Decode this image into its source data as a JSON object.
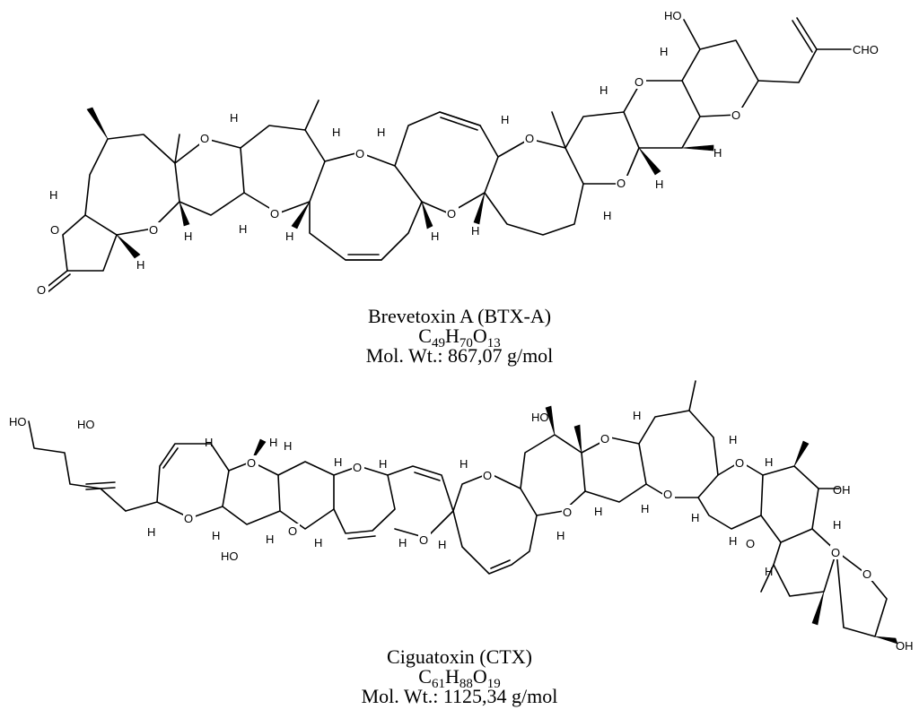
{
  "molecules": [
    {
      "name": "Brevetoxin A (BTX-A)",
      "formula": {
        "c": "C",
        "c_count": "49",
        "h": "H",
        "h_count": "70",
        "o": "O",
        "o_count": "13"
      },
      "mol_wt": "Mol. Wt.: 867,07 g/mol",
      "labels": {
        "ho": "HO",
        "cho": "CHO",
        "o": "O",
        "h": "H"
      }
    },
    {
      "name": "Ciguatoxin (CTX)",
      "formula": {
        "c": "C",
        "c_count": "61",
        "h": "H",
        "h_count": "88",
        "o": "O",
        "o_count": "19"
      },
      "mol_wt": "Mol. Wt.: 1125,34 g/mol",
      "labels": {
        "ho": "HO",
        "oh": "OH",
        "o": "O",
        "h": "H"
      }
    }
  ]
}
